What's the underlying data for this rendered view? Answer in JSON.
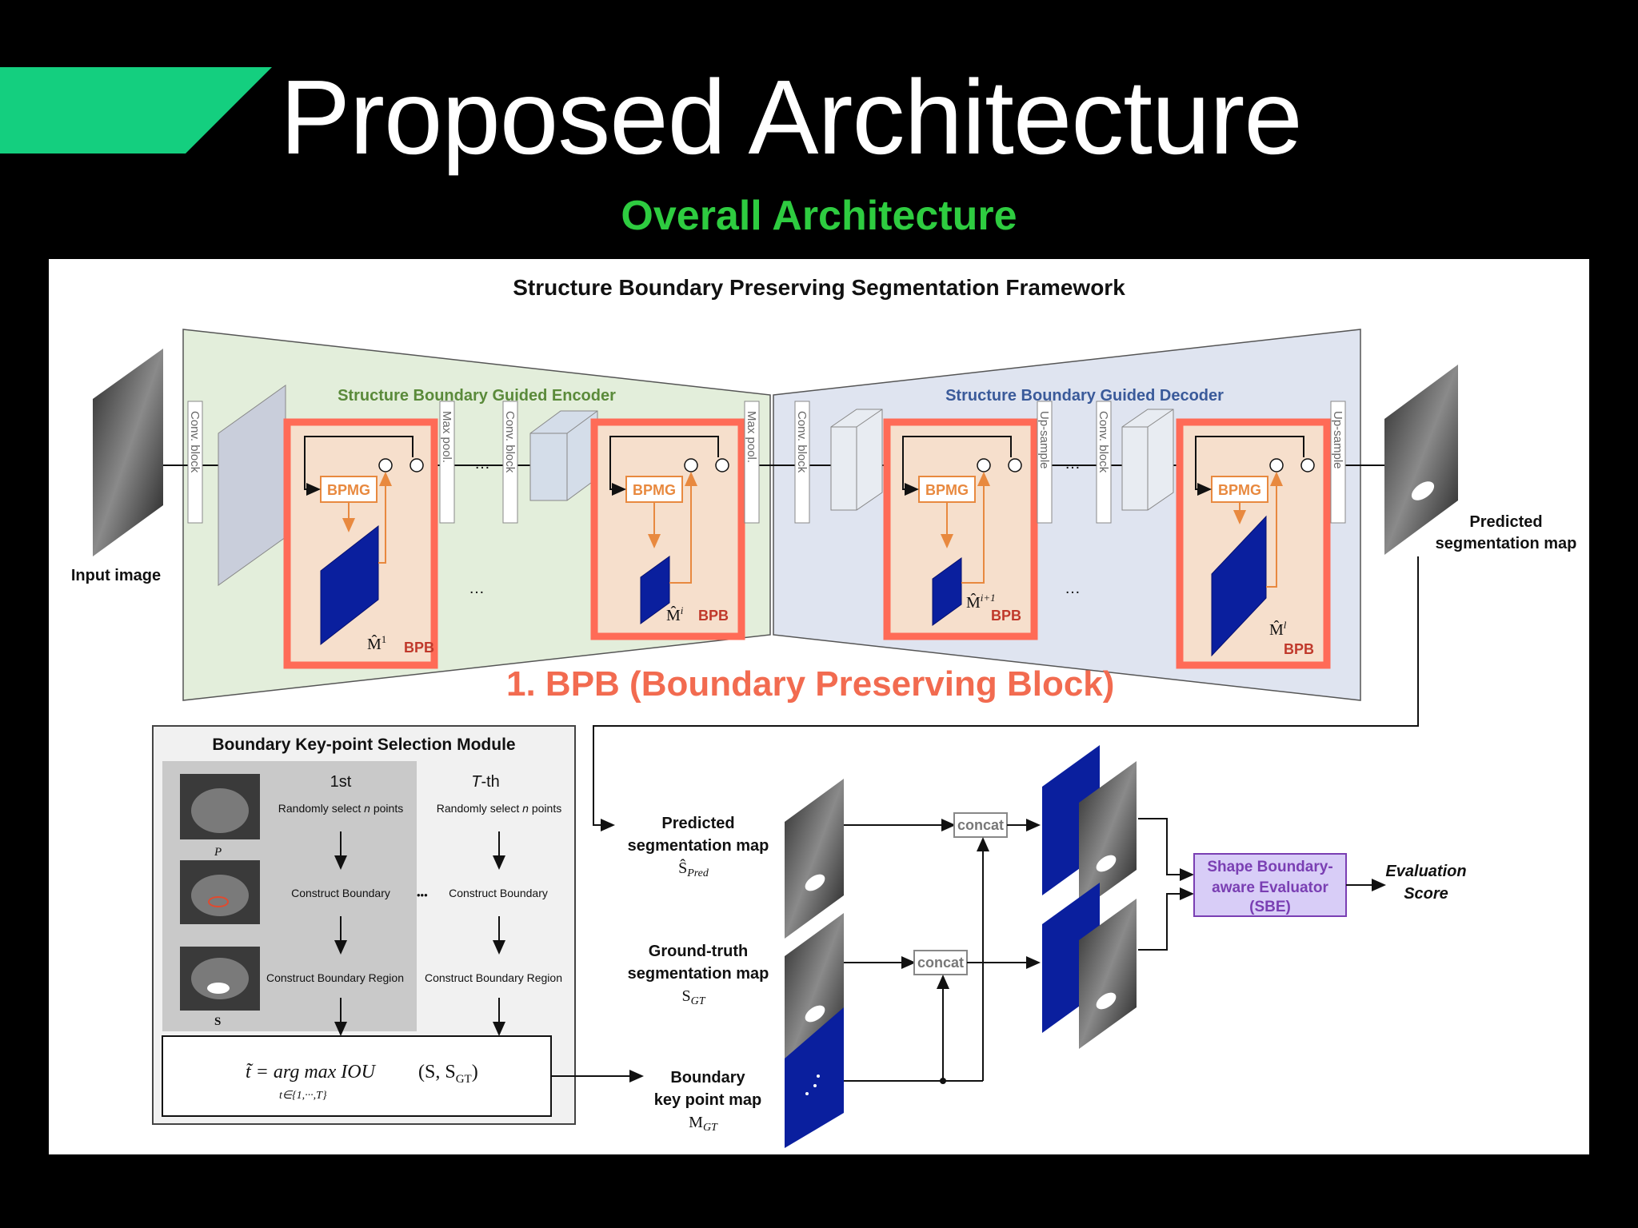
{
  "slide": {
    "title": "Proposed Architecture",
    "subtitle": "Overall Architecture",
    "accent_color": "#14cf7f",
    "subtitle_color": "#2ecc40"
  },
  "diagram": {
    "framework_title": "Structure Boundary Preserving Segmentation Framework",
    "encoder_title": "Structure Boundary Guided Encoder",
    "decoder_title": "Structure Boundary Guided Decoder",
    "input_label": "Input image",
    "predicted_label_1": "Predicted",
    "predicted_label_2": "segmentation map",
    "conv_block": "Conv. block",
    "max_pool": "Max pool.",
    "up_sample": "Up-sample",
    "bpmg": "BPMG",
    "bpb": "BPB",
    "ellipsis": "…",
    "m_hat_1": "M̂",
    "m_sup_1": "1",
    "m_sup_i": "i",
    "m_sup_i1": "i+1",
    "m_sup_l": "l",
    "bpb_callout": "1. BPB (Boundary Preserving Block)",
    "callout_color": "#f26b50",
    "encoder_bg": "#e3eedb",
    "decoder_bg": "#dfe4f0",
    "bpb_border": "#ff6b57"
  },
  "bksm": {
    "title": "Boundary Key-point Selection Module",
    "col1": "1st",
    "colT_italic": "T",
    "colT_rest": "-th",
    "random_1": "Randomly select ",
    "random_n": "n",
    "random_2": " points",
    "construct_boundary": "Construct Boundary",
    "construct_region": "Construct Boundary Region",
    "dots": "•••",
    "p_label": "P",
    "s_label": "S",
    "formula_lhs": "t̃ = arg max IOU",
    "formula_sub": "t∈{1,···,T}",
    "formula_args": "(S",
    "formula_args2": ", S",
    "formula_gt": "GT",
    "formula_end": ")"
  },
  "sbe": {
    "pred_1": "Predicted",
    "pred_2": "segmentation map",
    "pred_sym": "Ŝ",
    "pred_sub": "Pred",
    "gt_1": "Ground-truth",
    "gt_2": "segmentation map",
    "gt_sym": "S",
    "gt_sub": "GT",
    "bk_1": "Boundary",
    "bk_2": "key point map",
    "bk_sym": "M",
    "bk_sub": "GT",
    "concat": "concat",
    "evaluator_1": "Shape Boundary-",
    "evaluator_2": "aware Evaluator",
    "evaluator_3": "(SBE)",
    "score_1": "Evaluation",
    "score_2": "Score",
    "evaluator_fill": "#d8cdf7",
    "evaluator_text": "#7a3fb3"
  }
}
